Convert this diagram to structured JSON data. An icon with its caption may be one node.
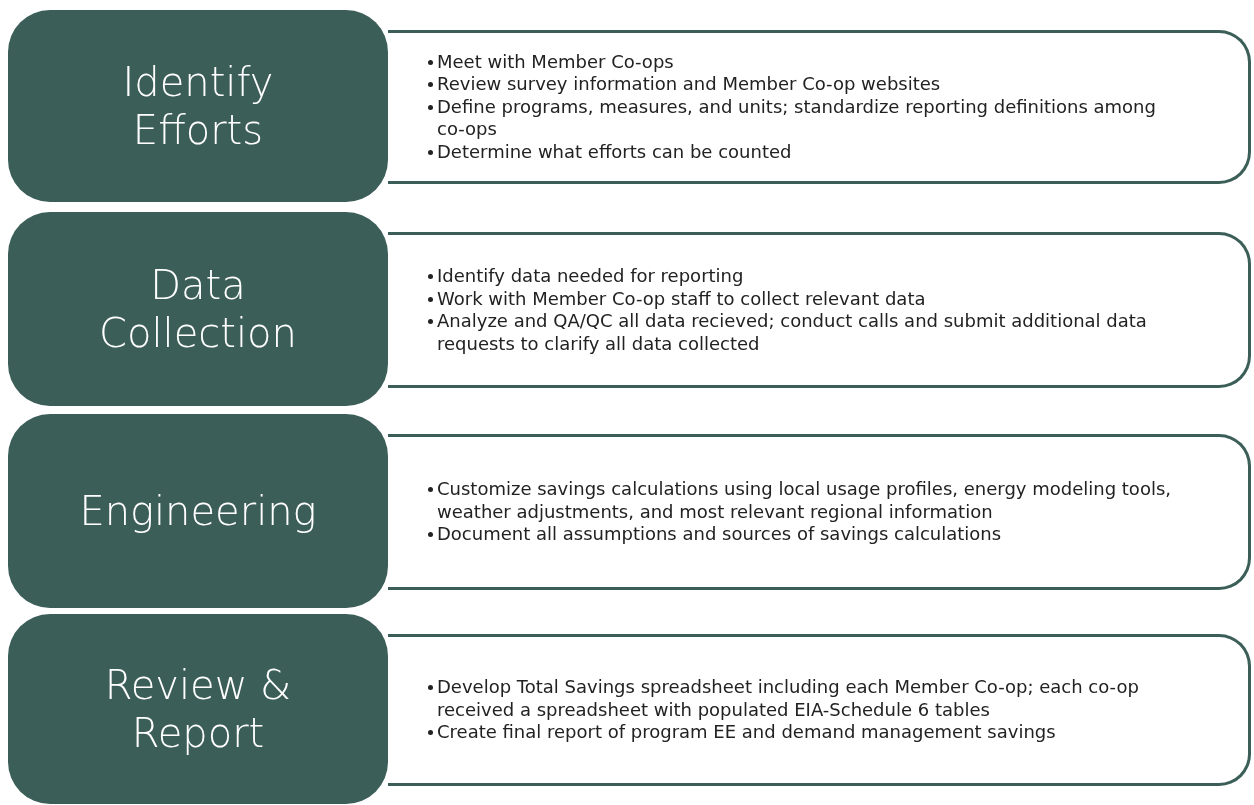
{
  "diagram": {
    "nodes": [
      {
        "text": [
          "Identify Efforts"
        ]
      },
      {
        "text": [
          "Meet with Member Co-ops",
          "Review survey information and Member Co-op websites",
          "Define programs, measures, and units; standardize reporting definitions among co-ops",
          "Determine what efforts can be counted"
        ]
      },
      {
        "text": [
          "Data Collection"
        ]
      },
      {
        "text": [
          "Identify data needed for reporting",
          "Work with Member Co-op staff to collect relevant data",
          "Analyze and QA/QC all data recieved; conduct calls and submit additional data requests to clarify all data collected"
        ]
      },
      {
        "text": [
          "Engineering"
        ]
      },
      {
        "text": [
          "Customize savings calculations using local usage profiles, energy modeling tools, weather adjustments, and most relevant regional information",
          "Document all assumptions and sources of savings calculations"
        ]
      },
      {
        "text": [
          "Review & Report"
        ]
      },
      {
        "text": [
          "Develop Total Savings spreadsheet including each Member Co-op; each co-op received a spreadsheet with populated EIA-Schedule 6 tables",
          "Create final report of program EE and demand management savings"
        ]
      }
    ]
  }
}
